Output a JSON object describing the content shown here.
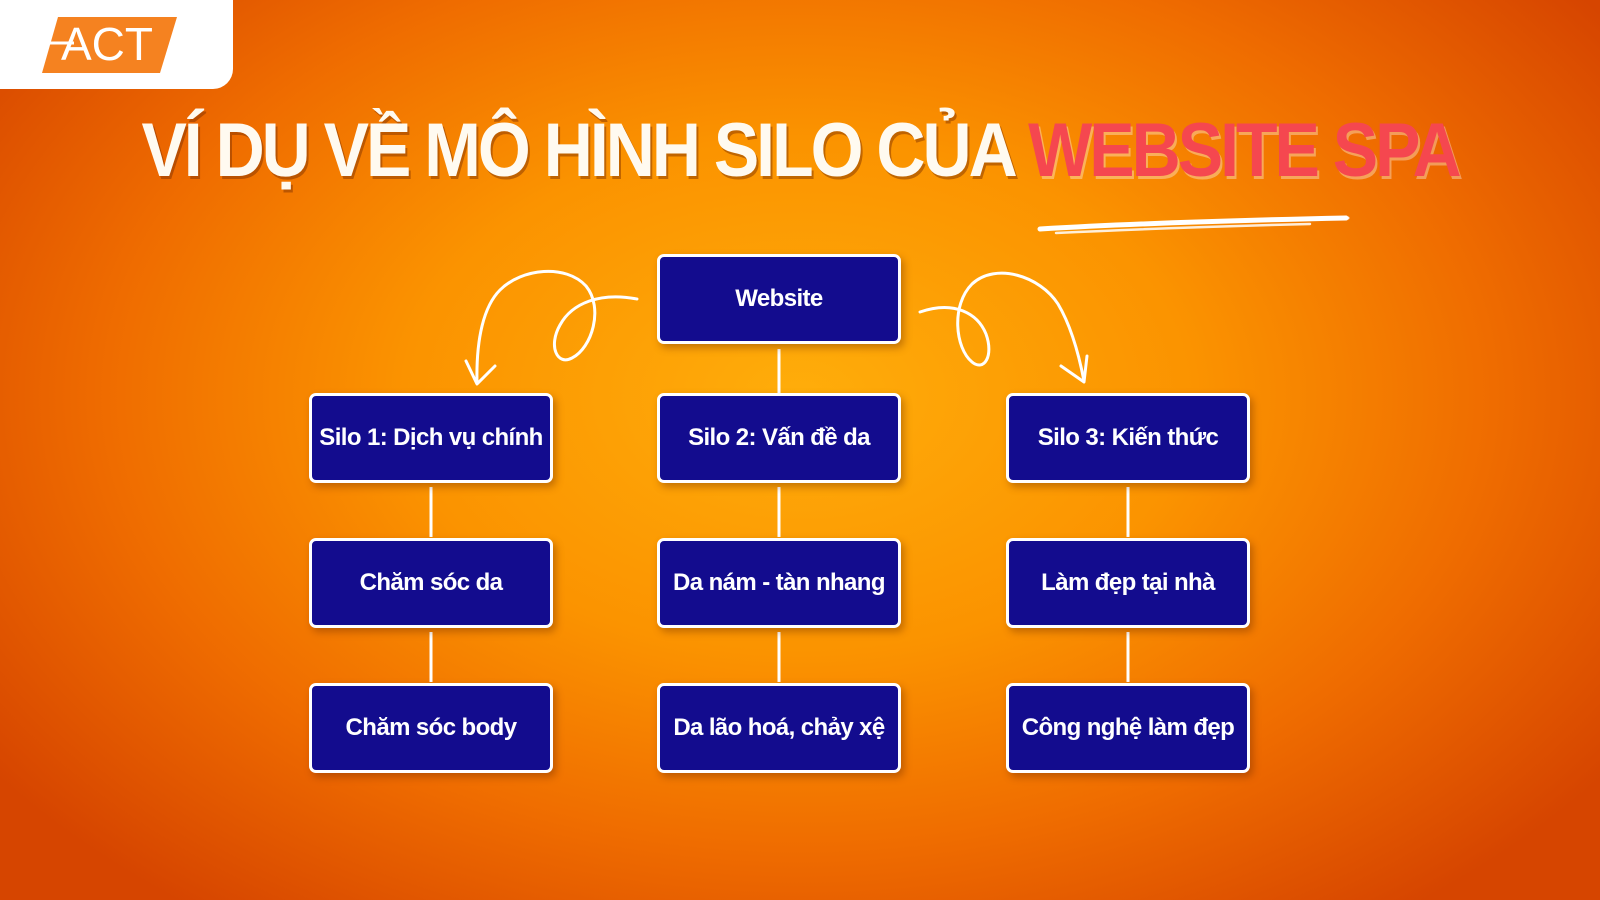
{
  "logo": {
    "text": "ACT",
    "color": "#f58220"
  },
  "title": {
    "main": "VÍ DỤ VỀ MÔ HÌNH SILO CỦA",
    "accent": "WEBSITE SPA"
  },
  "colors": {
    "node_fill": "#130c8e",
    "node_border": "#ffffff",
    "connector": "#ffffff",
    "accent_text": "#f5474f",
    "background": "#fb9300"
  },
  "diagram": {
    "root": {
      "label": "Website"
    },
    "silos": [
      {
        "label": "Silo 1: Dịch vụ chính",
        "children": [
          "Chăm sóc da",
          "Chăm sóc body"
        ]
      },
      {
        "label": "Silo 2: Vấn đề da",
        "children": [
          "Da nám - tàn nhang",
          "Da lão hoá, chảy xệ"
        ]
      },
      {
        "label": "Silo 3: Kiến thức",
        "children": [
          "Làm đẹp tại nhà",
          "Công nghệ làm đẹp"
        ]
      }
    ]
  }
}
